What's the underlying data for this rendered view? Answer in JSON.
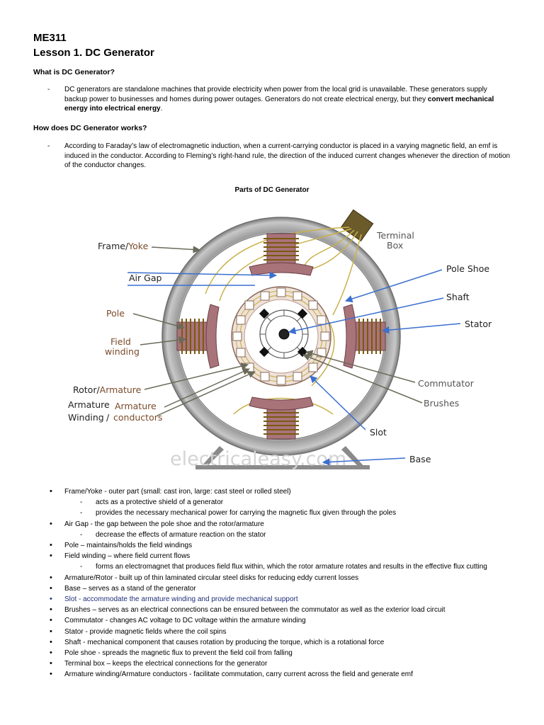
{
  "header": {
    "course": "ME311",
    "lesson": "Lesson 1. DC Generator"
  },
  "section1": {
    "question": "What is DC Generator?",
    "dash": "-",
    "text_before": "DC generators are standalone machines that provide electricity when power from the local grid is unavailable. These generators supply backup power to businesses and homes during power outages. Generators do not create electrical energy, but they ",
    "text_bold": "convert mechanical energy into electrical energy",
    "text_after": "."
  },
  "section2": {
    "question": "How does DC Generator works?",
    "dash": "-",
    "text": "According to Faraday’s law of electromagnetic induction, when a current-carrying conductor is placed in a varying magnetic field, an emf is induced in the conductor. According to Fleming’s right-hand rule, the direction of the induced current changes whenever the direction of motion of the conductor changes."
  },
  "figure": {
    "title": "Parts of DC Generator",
    "watermark": "electricaleasy.com",
    "labels": {
      "frame_a": "Frame/",
      "frame_b": "Yoke",
      "airgap": "Air Gap",
      "pole": "Pole",
      "field_a": "Field",
      "field_b": "winding",
      "rotor_a": "Rotor/",
      "rotor_b": "Armature",
      "arm_a": "Armature",
      "arm_b": "Winding",
      "armc_a": "Armature",
      "armc_b": "conductors",
      "terminal_a": "Terminal",
      "terminal_b": "Box",
      "poleshoe": "Pole Shoe",
      "shaft": "Shaft",
      "stator": "Stator",
      "commutator": "Commutator",
      "brushes": "Brushes",
      "slot": "Slot",
      "base": "Base"
    },
    "colors": {
      "frame": "#8f8f8f",
      "pole": "#a9737a",
      "winding": "#7a5a10",
      "wire": "#c9b14a",
      "arrow_blue": "#3b6fd0",
      "arrow_gray": "#6a6a5a"
    }
  },
  "parts": [
    {
      "text": "Frame/Yoke - outer part (small: cast iron, large: cast steel or rolled steel)",
      "sub": [
        "acts as a protective shield of a generator",
        "provides the necessary mechanical power for carrying the magnetic flux given through the poles"
      ]
    },
    {
      "text": "Air Gap - the gap between the pole shoe and the rotor/armature",
      "sub": [
        "decrease the effects of armature reaction on the stator"
      ]
    },
    {
      "text": "Pole – maintains/holds the field windings",
      "sub": []
    },
    {
      "text": "Field winding – where field current flows",
      "sub": [
        "forms an electromagnet that produces field flux within, which the rotor armature rotates and results in the effective flux cutting"
      ]
    },
    {
      "text": "Armature/Rotor - built up of thin laminated circular steel disks for reducing eddy current losses",
      "sub": []
    },
    {
      "text": "Base – serves as a stand of the generator",
      "sub": []
    },
    {
      "text": "Slot - accommodate the armature winding and provide mechanical support",
      "sub": [],
      "blue": true
    },
    {
      "text": "Brushes – serves as an electrical connections can be ensured between the commutator as well as the exterior load circuit",
      "sub": []
    },
    {
      "text": "Commutator - changes AC voltage to DC voltage within the armature winding",
      "sub": []
    },
    {
      "text": "Stator - provide magnetic fields where the coil spins",
      "sub": []
    },
    {
      "text": "Shaft - mechanical component that causes rotation by producing the torque, which is a rotational force",
      "sub": []
    },
    {
      "text": "Pole shoe - spreads the magnetic flux to prevent the field coil from falling",
      "sub": []
    },
    {
      "text": "Terminal box – keeps the electrical connections for the generator",
      "sub": []
    },
    {
      "text": "Armature winding/Armature conductors -  facilitate commutation, carry current across the field and generate emf",
      "sub": []
    }
  ]
}
